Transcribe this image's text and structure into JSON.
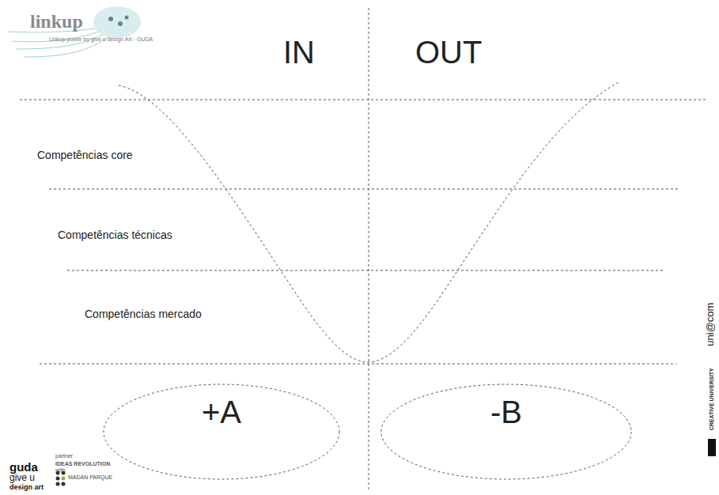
{
  "diagram": {
    "nodes": [
      {
        "text": [
          "+A"
        ]
      },
      {
        "text": [
          "-B"
        ]
      }
    ],
    "labels": [
      "linkup",
      "Linkup power by give u design Art - GUDA",
      "IN",
      "OUT",
      "Competências core",
      "Competências técnicas",
      "Competências mercado",
      "guda",
      "give u",
      "design art",
      "partner",
      "IDEAS REVOLUTION",
      "with",
      "MADAN PARQUE",
      "uni@com",
      "CREATIVE UNIVERSITY"
    ]
  }
}
